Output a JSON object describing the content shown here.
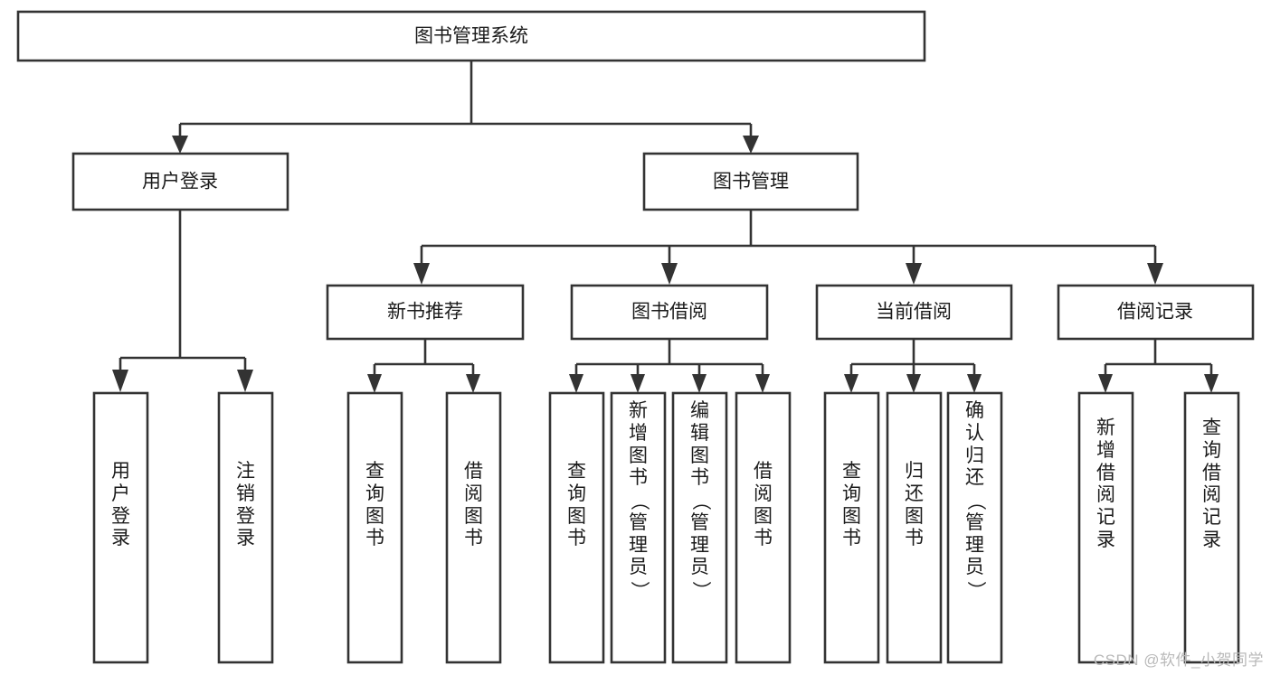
{
  "diagram": {
    "title": "图书管理系统",
    "type": "tree-hierarchy",
    "watermark": "CSDN @软件_小贺同学",
    "colors": {
      "box_stroke": "#333333",
      "box_fill": "#ffffff",
      "text": "#1b1b1b",
      "background": "#ffffff",
      "watermark": "#b9b9b9"
    },
    "levels": {
      "root": {
        "label": "图书管理系统"
      },
      "level2": [
        {
          "id": "user-login",
          "label": "用户登录"
        },
        {
          "id": "book-management",
          "label": "图书管理"
        }
      ],
      "level3": [
        {
          "id": "new-book-recommend",
          "label": "新书推荐",
          "parent": "book-management"
        },
        {
          "id": "book-borrow",
          "label": "图书借阅",
          "parent": "book-management"
        },
        {
          "id": "current-borrow",
          "label": "当前借阅",
          "parent": "book-management"
        },
        {
          "id": "borrow-record",
          "label": "借阅记录",
          "parent": "book-management"
        }
      ],
      "leaves": {
        "user-login": [
          {
            "id": "leaf-user-login",
            "label": "用户登录"
          },
          {
            "id": "leaf-logout",
            "label": "注销登录"
          }
        ],
        "new-book-recommend": [
          {
            "id": "leaf-query-book-1",
            "label": "查询图书"
          },
          {
            "id": "leaf-borrow-book-1",
            "label": "借阅图书"
          }
        ],
        "book-borrow": [
          {
            "id": "leaf-query-book-2",
            "label": "查询图书"
          },
          {
            "id": "leaf-add-book",
            "label": "新增图书（管理员）"
          },
          {
            "id": "leaf-edit-book",
            "label": "编辑图书（管理员）"
          },
          {
            "id": "leaf-borrow-book-2",
            "label": "借阅图书"
          }
        ],
        "current-borrow": [
          {
            "id": "leaf-query-book-3",
            "label": "查询图书"
          },
          {
            "id": "leaf-return-book",
            "label": "归还图书"
          },
          {
            "id": "leaf-confirm-return",
            "label": "确认归还（管理员）"
          }
        ],
        "borrow-record": [
          {
            "id": "leaf-add-record",
            "label": "新增借阅记录"
          },
          {
            "id": "leaf-query-record",
            "label": "查询借阅记录"
          }
        ]
      }
    }
  }
}
